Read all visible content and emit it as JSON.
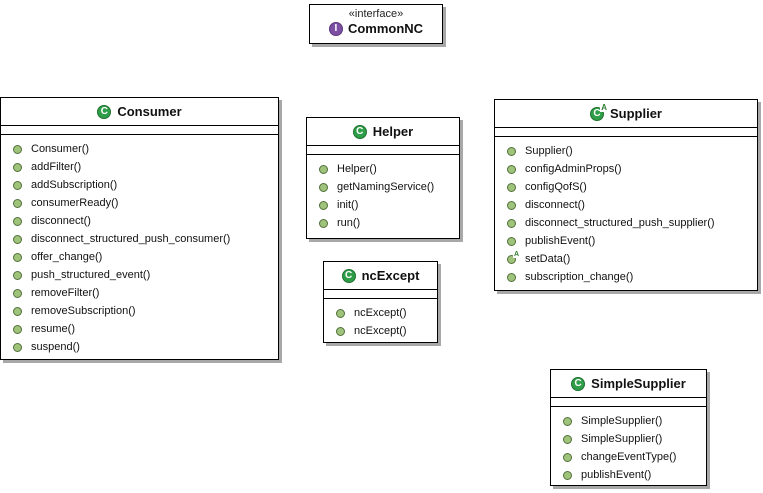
{
  "abstract_marker": "A",
  "colors": {
    "class_icon": "#2f9e49",
    "interface_icon": "#7d4fa3",
    "method_bullet_fill": "#9fc37a",
    "method_bullet_border": "#50703a",
    "box_border": "#000000",
    "box_shadow": "#a8a8a8",
    "abstract_mark": "#2e7d32"
  },
  "classes": [
    {
      "name": "CommonNC",
      "kind": "interface",
      "stereotype": "«interface»",
      "icon_letter": "I",
      "members": []
    },
    {
      "name": "Consumer",
      "kind": "class",
      "icon_letter": "C",
      "members": [
        {
          "label": "Consumer()"
        },
        {
          "label": "addFilter()"
        },
        {
          "label": "addSubscription()"
        },
        {
          "label": "consumerReady()"
        },
        {
          "label": "disconnect()"
        },
        {
          "label": "disconnect_structured_push_consumer()"
        },
        {
          "label": "offer_change()"
        },
        {
          "label": "push_structured_event()"
        },
        {
          "label": "removeFilter()"
        },
        {
          "label": "removeSubscription()"
        },
        {
          "label": "resume()"
        },
        {
          "label": "suspend()"
        }
      ]
    },
    {
      "name": "Helper",
      "kind": "class",
      "icon_letter": "C",
      "members": [
        {
          "label": "Helper()"
        },
        {
          "label": "getNamingService()"
        },
        {
          "label": "init()"
        },
        {
          "label": "run()"
        }
      ]
    },
    {
      "name": "ncExcept",
      "kind": "class",
      "icon_letter": "C",
      "members": [
        {
          "label": "ncExcept()"
        },
        {
          "label": "ncExcept()"
        }
      ]
    },
    {
      "name": "Supplier",
      "kind": "abstract-class",
      "icon_letter": "C",
      "abstract": true,
      "members": [
        {
          "label": "Supplier()"
        },
        {
          "label": "configAdminProps()"
        },
        {
          "label": "configQofS()"
        },
        {
          "label": "disconnect()"
        },
        {
          "label": "disconnect_structured_push_supplier()"
        },
        {
          "label": "publishEvent()"
        },
        {
          "label": "setData()",
          "abstract": true
        },
        {
          "label": "subscription_change()"
        }
      ]
    },
    {
      "name": "SimpleSupplier",
      "kind": "class",
      "icon_letter": "C",
      "members": [
        {
          "label": "SimpleSupplier()"
        },
        {
          "label": "SimpleSupplier()"
        },
        {
          "label": "changeEventType()"
        },
        {
          "label": "publishEvent()"
        }
      ]
    }
  ]
}
